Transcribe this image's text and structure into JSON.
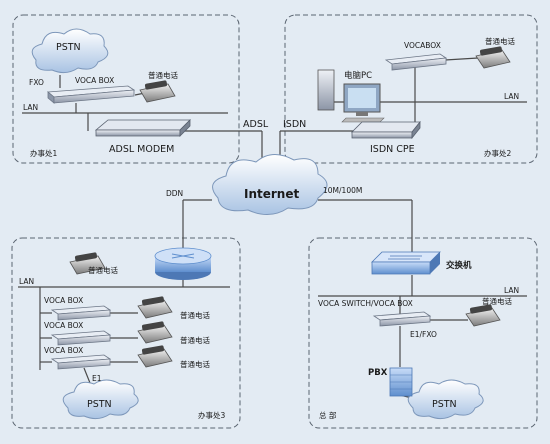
{
  "offices": {
    "office1": {
      "name": "办事处1",
      "pstn": "PSTN",
      "fxo": "FXO",
      "voca_box": "VOCA BOX",
      "phone": "普通电话",
      "lan": "LAN",
      "modem": "ADSL MODEM"
    },
    "office2": {
      "name": "办事处2",
      "vocabox": "VOCABOX",
      "phone": "普通电话",
      "pc": "电脑PC",
      "lan": "LAN",
      "cpe": "ISDN CPE"
    },
    "office3": {
      "name": "办事处3",
      "phone_top": "普通电话",
      "lan": "LAN",
      "boxes": [
        "VOCA BOX",
        "VOCA BOX",
        "VOCA BOX"
      ],
      "phones": [
        "普通电话",
        "普通电话",
        "普通电话"
      ],
      "e1": "E1",
      "pstn": "PSTN"
    },
    "hq": {
      "name": "总  部",
      "switch": "交换机",
      "lan": "LAN",
      "voca_switch": "VOCA SWITCH/VOCA BOX",
      "phone": "普通电话",
      "e1fxo": "E1/FXO",
      "pbx": "PBX",
      "pstn": "PSTN"
    }
  },
  "core": {
    "internet": "Internet",
    "adsl": "ADSL",
    "isdn": "ISDN",
    "ddn": "DDN",
    "speed": "10M/100M"
  }
}
